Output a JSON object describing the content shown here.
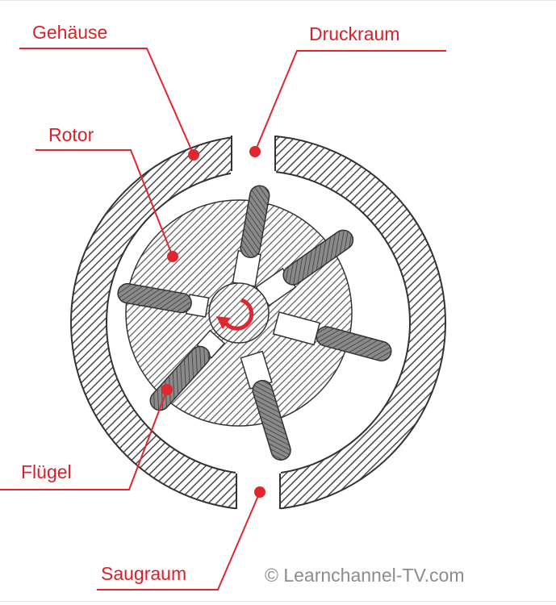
{
  "labels": {
    "gehaeuse": "Gehäuse",
    "druckraum": "Druckraum",
    "rotor": "Rotor",
    "fluegel": "Flügel",
    "saugraum": "Saugraum"
  },
  "copyright": "© Learnchannel-TV.com",
  "colors": {
    "callout": "#e0262e",
    "hatch": "#555555",
    "outline": "#333333",
    "vane_fill": "#7a7a7a",
    "background": "#ffffff"
  },
  "icons": {
    "rotation": "clockwise-arrow-icon"
  },
  "vane_count": 6
}
